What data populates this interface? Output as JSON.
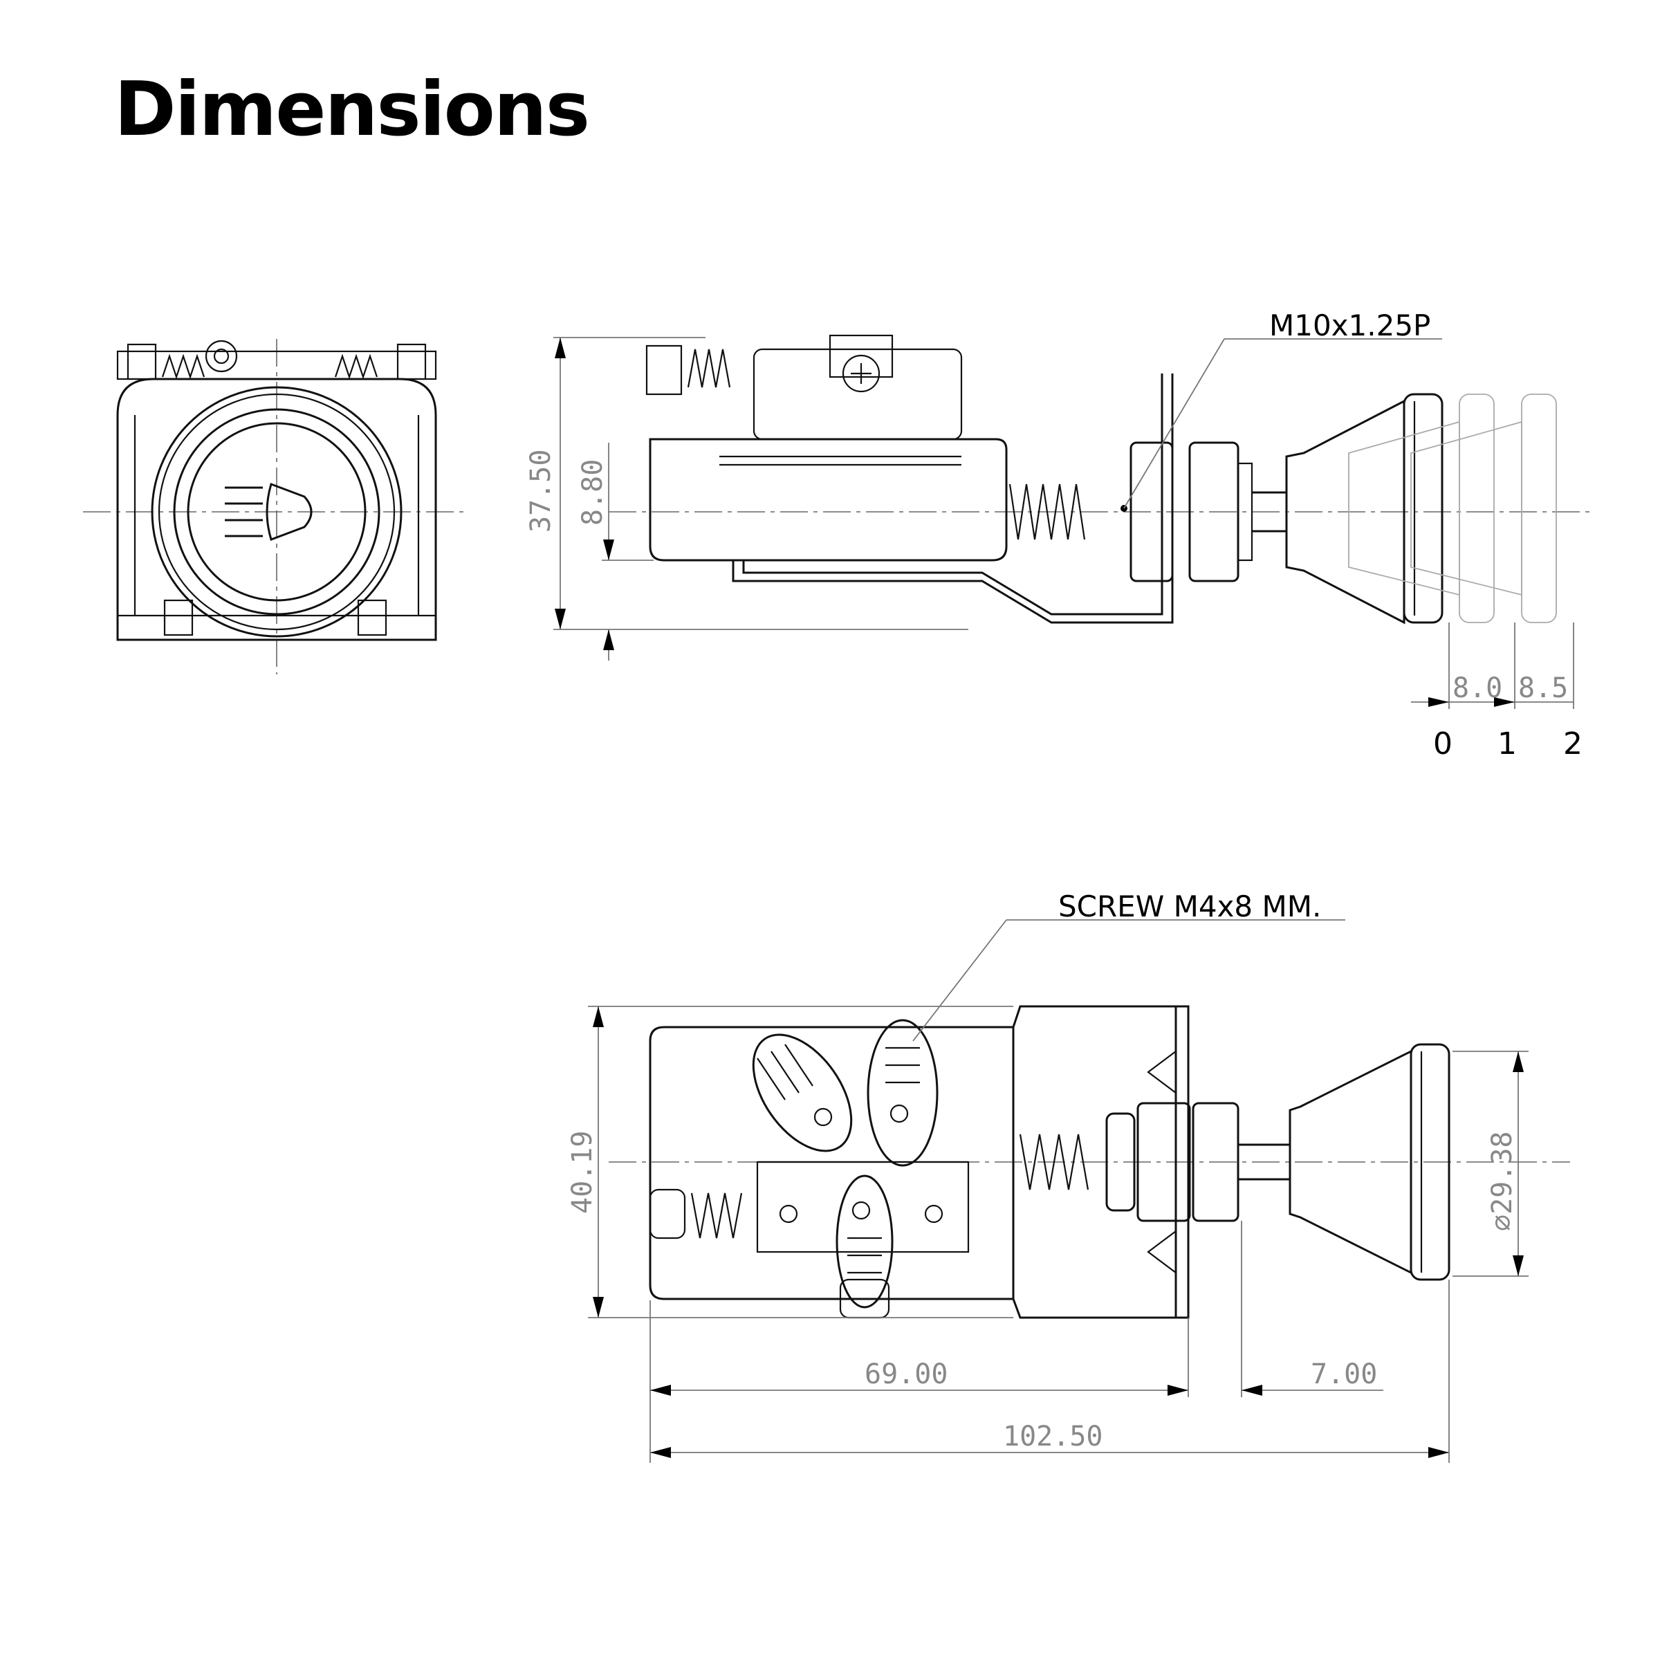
{
  "title": "Dimensions",
  "labels": {
    "thread": "M10x1.25P",
    "screw": "SCREW M4x8 MM."
  },
  "dimensions": {
    "height_side": "37.50",
    "offset_side": "8.80",
    "step_1": "8.0",
    "step_2": "8.5",
    "height_top": "40.19",
    "knob_diameter": "∅29.38",
    "body_length": "69.00",
    "panel_gap": "7.00",
    "overall_length": "102.50"
  },
  "positions": [
    "0",
    "1",
    "2"
  ]
}
